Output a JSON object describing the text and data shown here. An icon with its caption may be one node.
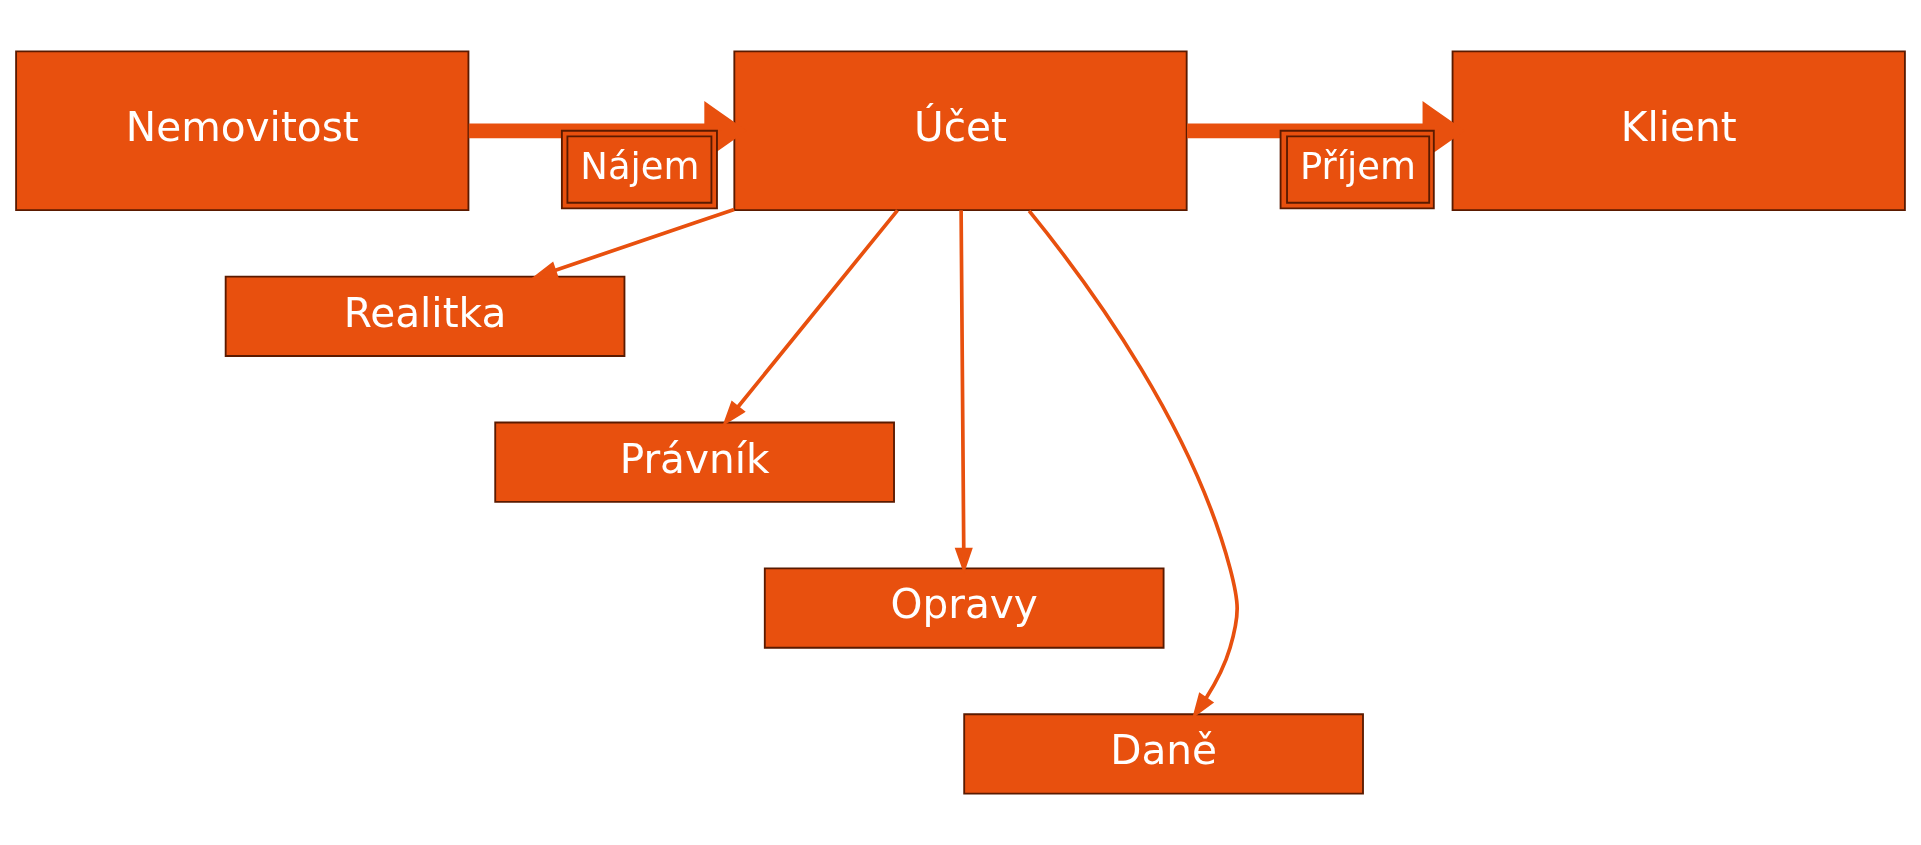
{
  "diagram": {
    "nodes": [
      {
        "text": [
          "Nemovitost"
        ]
      },
      {
        "text": [
          "Účet"
        ]
      },
      {
        "text": [
          "Klient"
        ]
      },
      {
        "text": [
          "Realitka"
        ]
      },
      {
        "text": [
          "Právník"
        ]
      },
      {
        "text": [
          "Opravy"
        ]
      },
      {
        "text": [
          "Daně"
        ]
      }
    ],
    "edges": [
      {
        "from": 0,
        "to": 1,
        "arrow": "to",
        "label": "Nájem",
        "style": "thick"
      },
      {
        "from": 1,
        "to": 2,
        "arrow": "to",
        "label": "Příjem",
        "style": "thick"
      },
      {
        "from": 1,
        "to": 3,
        "arrow": "to"
      },
      {
        "from": 1,
        "to": 4,
        "arrow": "to"
      },
      {
        "from": 1,
        "to": 5,
        "arrow": "to"
      },
      {
        "from": 1,
        "to": 6,
        "arrow": "to"
      }
    ]
  }
}
